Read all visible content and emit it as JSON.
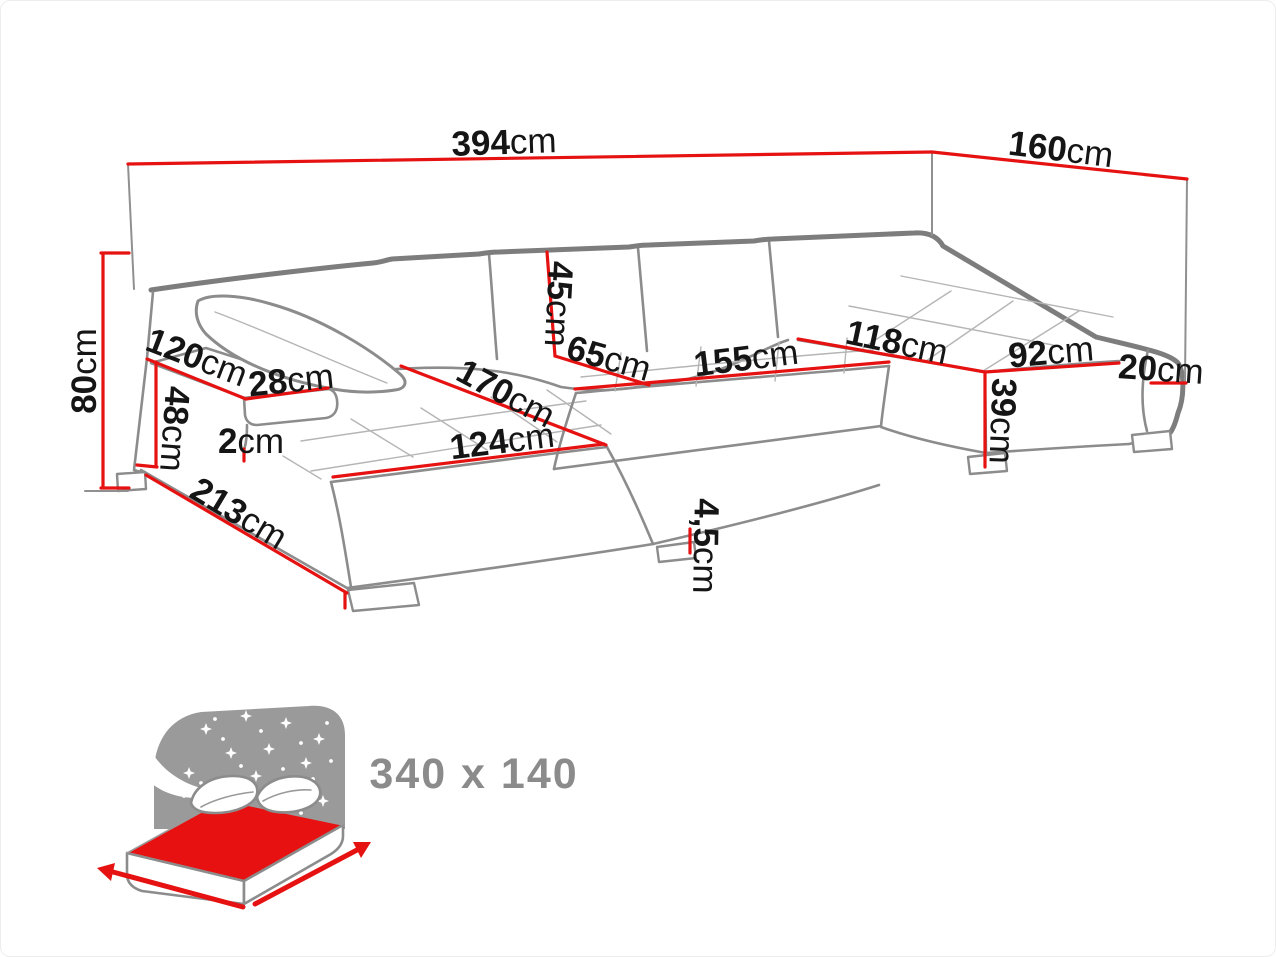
{
  "diagram": {
    "type": "corner-sofa-dimension-diagram",
    "colors": {
      "dimension_red": "#e61212",
      "sofa_outline_gray": "#8c8c8c",
      "frame_gray": "#7d7d7d",
      "label_color": "#151515",
      "bed_icon_gray": "#9a9a9a",
      "bed_mattress_red": "#e81111",
      "bed_size_text_gray": "#8b8b8b"
    },
    "dimensions": {
      "total_width": {
        "value": "394",
        "unit": "cm"
      },
      "total_depth": {
        "value": "160",
        "unit": "cm"
      },
      "total_height": {
        "value": "80",
        "unit": "cm"
      },
      "armrest_length": {
        "value": "120",
        "unit": "cm"
      },
      "armrest_width": {
        "value": "28",
        "unit": "cm"
      },
      "armrest_height": {
        "value": "48",
        "unit": "cm"
      },
      "armrest_seat_gap": {
        "value": "2",
        "unit": "cm"
      },
      "chaise_length": {
        "value": "213",
        "unit": "cm"
      },
      "chaise_seat_length": {
        "value": "170",
        "unit": "cm"
      },
      "chaise_seat_width": {
        "value": "124",
        "unit": "cm"
      },
      "backrest_height": {
        "value": "45",
        "unit": "cm"
      },
      "seat_depth": {
        "value": "65",
        "unit": "cm"
      },
      "middle_seat_width": {
        "value": "155",
        "unit": "cm"
      },
      "right_chaise_length": {
        "value": "118",
        "unit": "cm"
      },
      "right_chaise_width": {
        "value": "92",
        "unit": "cm"
      },
      "right_armrest_width": {
        "value": "20",
        "unit": "cm"
      },
      "seat_height": {
        "value": "39",
        "unit": "cm"
      },
      "base_height": {
        "value": "4,5",
        "unit": "cm"
      }
    },
    "sleeping_area": {
      "label": "340 x 140"
    }
  }
}
